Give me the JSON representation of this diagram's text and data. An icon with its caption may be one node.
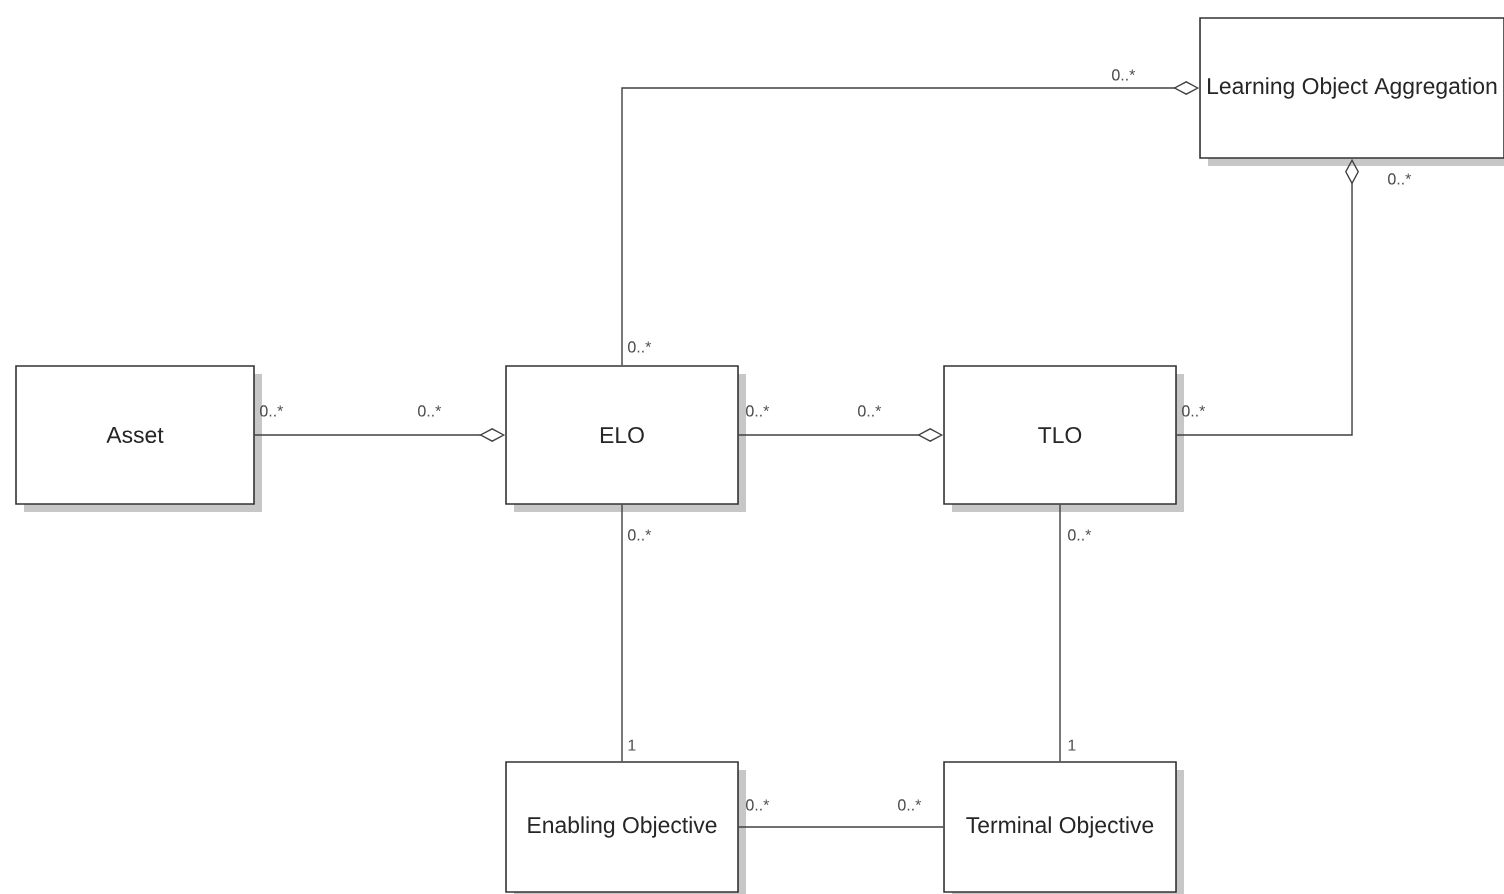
{
  "diagram": {
    "nodes": [
      {
        "text": [
          "Learning Object Aggregation"
        ]
      },
      {
        "text": [
          "Asset"
        ]
      },
      {
        "text": [
          "ELO"
        ]
      },
      {
        "text": [
          "TLO"
        ]
      },
      {
        "text": [
          "Enabling Objective"
        ]
      },
      {
        "text": [
          "Terminal Objective"
        ]
      }
    ],
    "edges": [
      {
        "from": 2,
        "to": 0,
        "arrow": "other"
      },
      {
        "from": 3,
        "to": 0,
        "arrow": "other"
      },
      {
        "from": 1,
        "to": 2,
        "arrow": "other"
      },
      {
        "from": 2,
        "to": 3,
        "arrow": "other"
      },
      {
        "from": 2,
        "to": 4,
        "arrow": "none"
      },
      {
        "from": 3,
        "to": 5,
        "arrow": "none"
      },
      {
        "from": 4,
        "to": 5,
        "arrow": "none"
      }
    ],
    "labels": [
      "0..*",
      "0..*",
      "0..*",
      "0..*",
      "0..*",
      "0..*",
      "0..*",
      "0..*",
      "0..*",
      "0..*",
      "1",
      "1",
      "0..*",
      "0..*"
    ]
  }
}
